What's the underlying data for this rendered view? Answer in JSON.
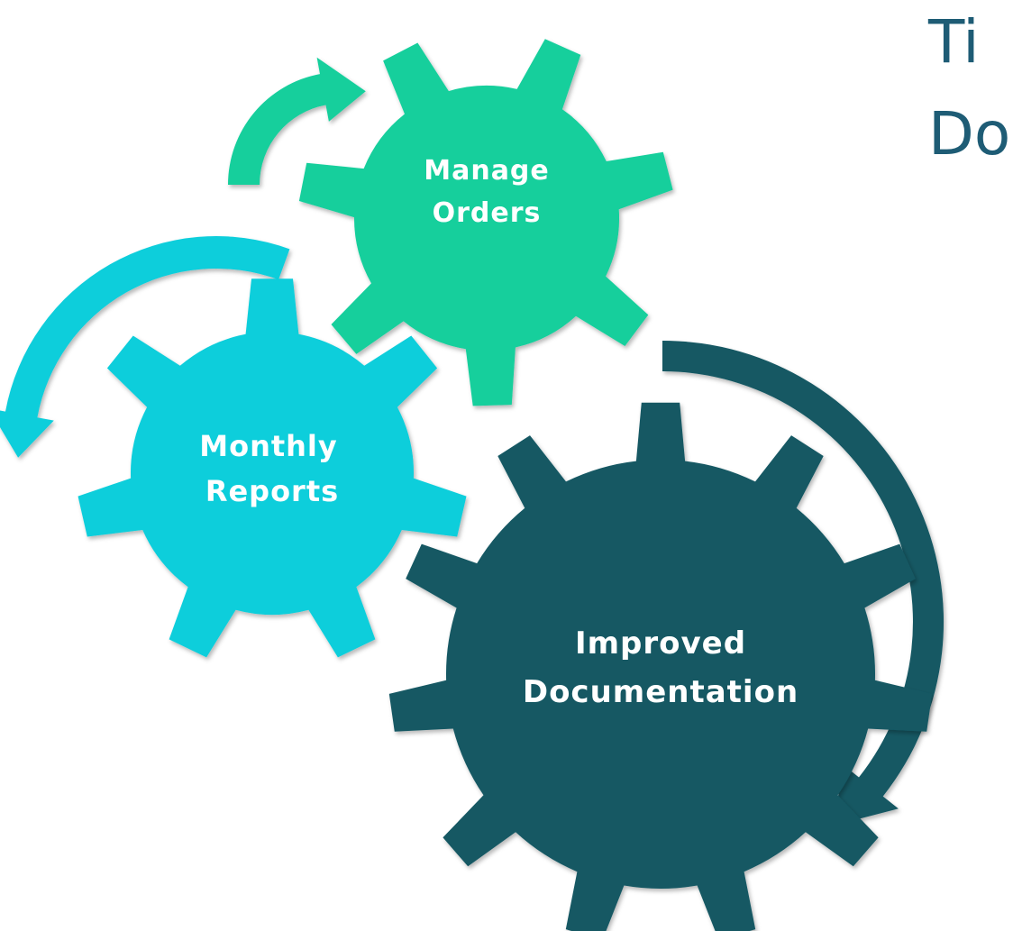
{
  "title": {
    "line1": "Ti",
    "line2": "Do",
    "color": "#1e5c75"
  },
  "gears": [
    {
      "id": "manage-orders",
      "label_line1": "Manage",
      "label_line2": "Orders",
      "color": "#13cf9c"
    },
    {
      "id": "monthly-reports",
      "label_line1": "Monthly",
      "label_line2": "Reports",
      "color": "#0bcedb"
    },
    {
      "id": "improved-documentation",
      "label_line1": "Improved",
      "label_line2": "Documentation",
      "color": "#135864"
    }
  ],
  "arrows": [
    {
      "id": "green-arrow",
      "color": "#13cf9c",
      "direction": "clockwise"
    },
    {
      "id": "cyan-arrow",
      "color": "#0bcedb",
      "direction": "counterclockwise"
    },
    {
      "id": "dark-arrow",
      "color": "#135864",
      "direction": "clockwise"
    }
  ]
}
